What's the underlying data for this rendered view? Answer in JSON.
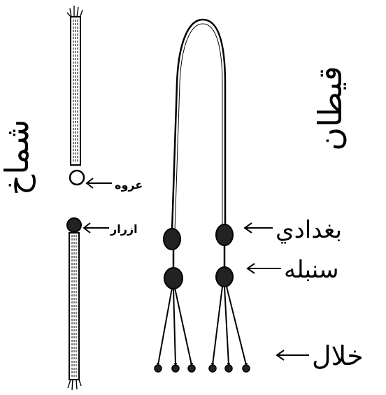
{
  "labels": {
    "top_right": "قيطان",
    "left_vertical": "شماخ",
    "urwa": "عروه",
    "izrar": "ازرار",
    "baghdadi": "بغدادي",
    "sunbula": "سنبله",
    "khalal": "خلال"
  }
}
